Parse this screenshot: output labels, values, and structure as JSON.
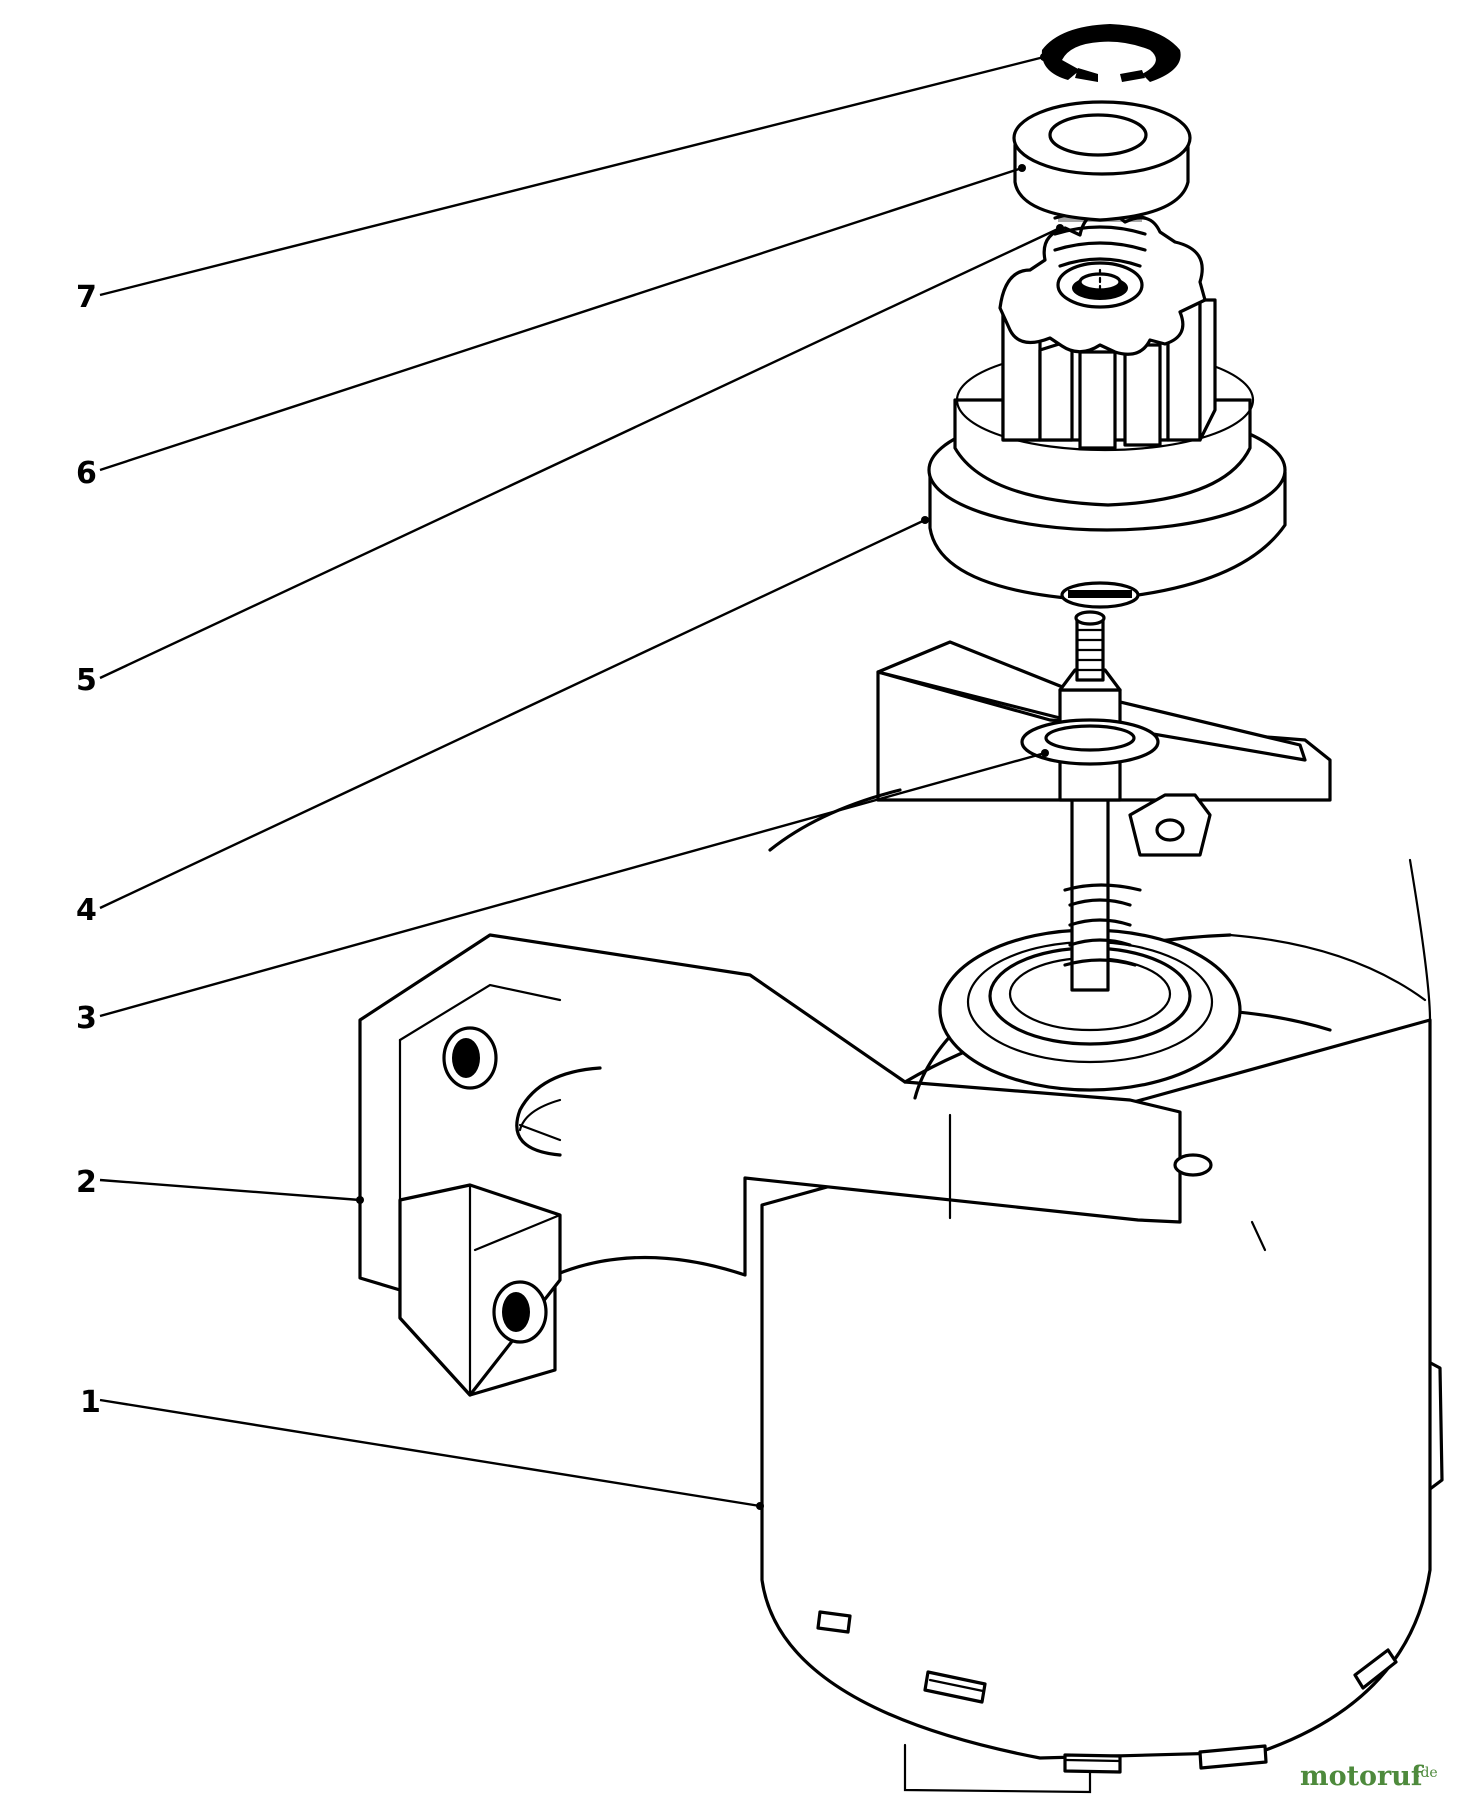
{
  "callouts": [
    {
      "id": "7",
      "label": "7",
      "part": "retaining-ring"
    },
    {
      "id": "6",
      "label": "6",
      "part": "spring-cap"
    },
    {
      "id": "5",
      "label": "5",
      "part": "spring"
    },
    {
      "id": "4",
      "label": "4",
      "part": "drive-pinion-gear"
    },
    {
      "id": "3",
      "label": "3",
      "part": "shaft-washer"
    },
    {
      "id": "2",
      "label": "2",
      "part": "mounting-bracket"
    },
    {
      "id": "1",
      "label": "1",
      "part": "starter-motor"
    }
  ],
  "watermark": {
    "main": "motoruf",
    "suffix": ".de"
  },
  "colors": {
    "line": "#000000",
    "background": "#ffffff",
    "watermark": "#4e8a3c"
  }
}
